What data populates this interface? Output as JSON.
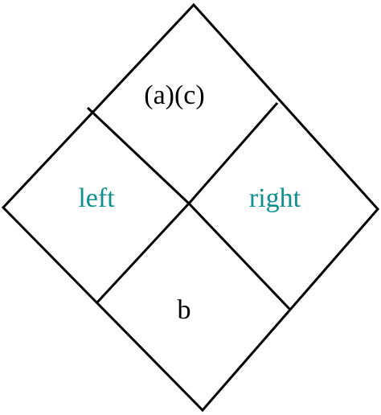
{
  "diagram": {
    "labels": {
      "top": "(a)(c)",
      "left": "left",
      "right": "right",
      "bottom": "b"
    },
    "colors": {
      "stroke": "#000000",
      "text_default": "#000000",
      "text_side": "#0f8f8f",
      "background": "#ffffff"
    }
  }
}
